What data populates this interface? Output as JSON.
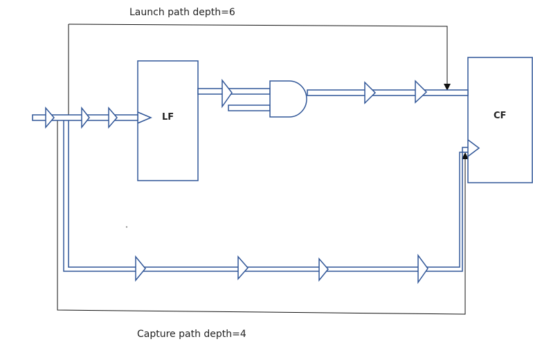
{
  "labels": {
    "launch": "Launch path depth=6",
    "capture": "Capture path depth=4",
    "lf": "LF",
    "cf": "CF"
  },
  "colors": {
    "stroke": "#2f5597",
    "fill": "#ffffff",
    "path_line": "#111111"
  },
  "icons": {
    "buffer": "triangle-buffer-icon",
    "and_gate": "and-gate-icon",
    "arrowhead": "arrowhead-icon"
  }
}
